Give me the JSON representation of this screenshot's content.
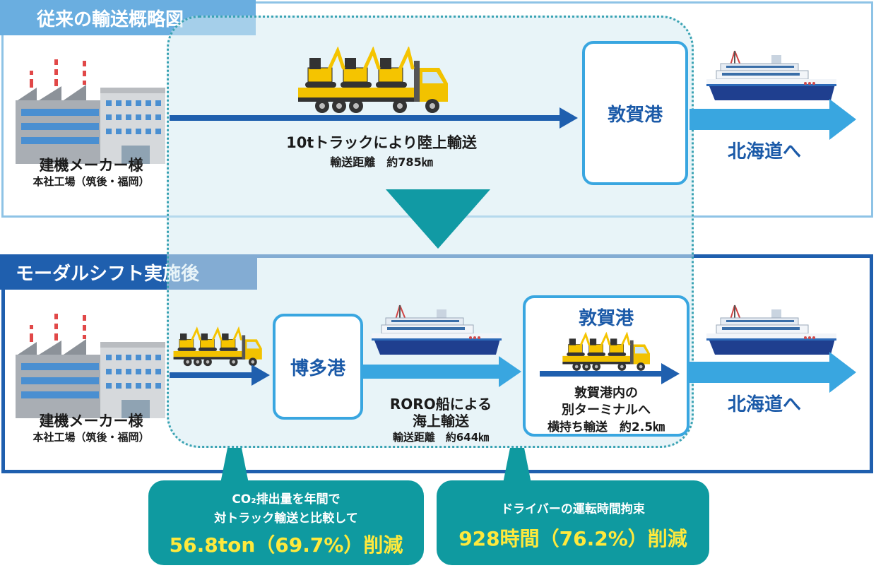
{
  "before": {
    "tab_title": "従来の輸送概略図",
    "maker_name": "建機メーカー様",
    "maker_location": "本社工場（筑後・福岡）",
    "route_label": "10tトラックにより陸上輸送",
    "route_distance": "輸送距離　約785㎞",
    "port": "敦賀港",
    "destination": "北海道へ"
  },
  "after": {
    "tab_title": "モーダルシフト実施後",
    "maker_name": "建機メーカー様",
    "maker_location": "本社工場（筑後・福岡）",
    "port1": "博多港",
    "ship_label_1": "RORO船による",
    "ship_label_2": "海上輸送",
    "ship_distance": "輸送距離　約644㎞",
    "port2": "敦賀港",
    "transfer_1": "敦賀港内の",
    "transfer_2": "別ターミナルへ",
    "transfer_3": "横持ち輸送　約2.5㎞",
    "destination": "北海道へ"
  },
  "callouts": {
    "co2_line1": "CO₂排出量を年間で",
    "co2_line2": "対トラック輸送と比較して",
    "co2_value": "56.8ton（69.7%）削減",
    "driver_line1": "ドライバーの運転時間拘束",
    "driver_value": "928時間（76.2%）削減"
  },
  "colors": {
    "dark_blue": "#1f5fae",
    "light_blue": "#39a6e0",
    "teal": "#0f9aa0",
    "yellow": "#ffe93c"
  },
  "icons": [
    "factory-icon",
    "truck-with-excavators-icon",
    "ferry-ship-icon",
    "arrow-icon",
    "down-triangle-icon"
  ]
}
